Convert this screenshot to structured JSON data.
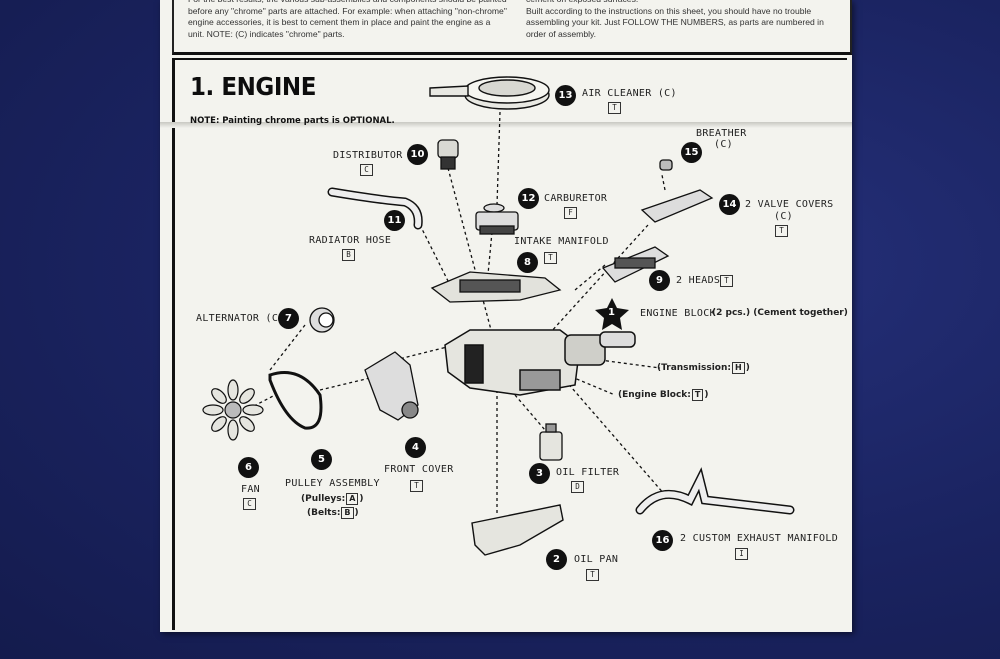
{
  "intro": {
    "left": "For the best results, the various sub-assemblies and components should be painted before any \"chrome\" parts are attached. For example: when attaching \"non-chrome\" engine accessories, it is best to cement them in place and paint the engine as a unit. NOTE: (C) indicates \"chrome\" parts.",
    "right": "cement on exposed surfaces.\n    Built according to the instructions on this sheet, you should have no trouble assembling your kit. Just FOLLOW THE NUMBERS, as parts are numbered in order of assembly."
  },
  "section": {
    "title": "1. ENGINE",
    "note": "NOTE: Painting chrome parts is OPTIONAL."
  },
  "parts": {
    "p1": {
      "num": "1",
      "name": "ENGINE BLOCK",
      "extra": "(2 pcs.) (Cement together)"
    },
    "p2": {
      "num": "2",
      "name": "OIL PAN",
      "code": "T"
    },
    "p3": {
      "num": "3",
      "name": "OIL FILTER",
      "code": "D"
    },
    "p4": {
      "num": "4",
      "name": "FRONT COVER",
      "code": "T"
    },
    "p5": {
      "num": "5",
      "name": "PULLEY ASSEMBLY",
      "pulleys": "(Pulleys:",
      "pulleys_code": "A",
      "belts": "(Belts:",
      "belts_code": "B"
    },
    "p6": {
      "num": "6",
      "name": "FAN",
      "code": "C"
    },
    "p7": {
      "num": "7",
      "name": "ALTERNATOR (C)"
    },
    "p8": {
      "num": "8",
      "name": "INTAKE MANIFOLD",
      "code": "T"
    },
    "p9": {
      "num": "9",
      "name": "2 HEADS",
      "code": "T"
    },
    "p10": {
      "num": "10",
      "name": "DISTRIBUTOR",
      "code": "C"
    },
    "p11": {
      "num": "11",
      "name": "RADIATOR HOSE",
      "code": "B"
    },
    "p12": {
      "num": "12",
      "name": "CARBURETOR",
      "code": "F"
    },
    "p13": {
      "num": "13",
      "name": "AIR CLEANER (C)",
      "code": "T"
    },
    "p14": {
      "num": "14",
      "name": "2 VALVE COVERS",
      "sub": "(C)",
      "code": "T"
    },
    "p15": {
      "num": "15",
      "name": "BREATHER",
      "sub": "(C)"
    },
    "p16": {
      "num": "16",
      "name": "2 CUSTOM EXHAUST MANIFOLD",
      "code": "I"
    }
  },
  "callouts": {
    "transmission": "(Transmission:",
    "transmission_code": "H",
    "engine_block": "(Engine Block:",
    "engine_block_code": "T",
    "close": ")"
  }
}
